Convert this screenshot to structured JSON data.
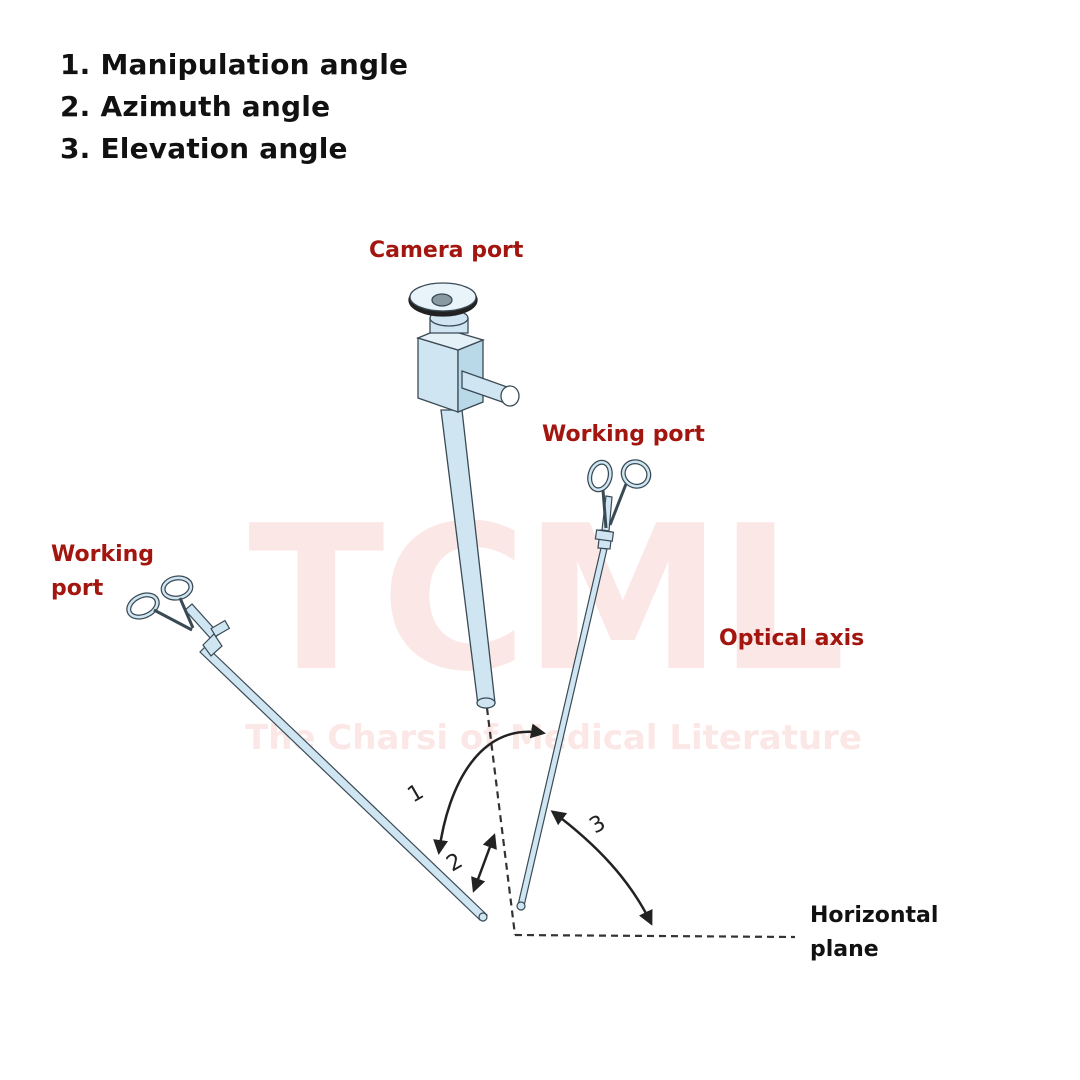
{
  "legend": {
    "items": [
      "1. Manipulation angle",
      "2. Azimuth angle",
      "3. Elevation angle"
    ]
  },
  "labels": {
    "camera_port": "Camera port",
    "working_port_right": "Working port",
    "working_port_left_line1": "Working",
    "working_port_left_line2": "port",
    "optical_axis": "Optical axis",
    "horizontal_plane_line1": "Horizontal",
    "horizontal_plane_line2": "plane"
  },
  "angle_numbers": {
    "manipulation": "1",
    "azimuth": "2",
    "elevation": "3"
  },
  "watermark": {
    "main": "TCML",
    "sub": "The Charsi of Medical Literature"
  },
  "colors": {
    "label_red": "#a3160f",
    "instrument_fill": "#cfe6f2",
    "instrument_stroke": "#3a4a55",
    "watermark": "#fbe7e6"
  }
}
